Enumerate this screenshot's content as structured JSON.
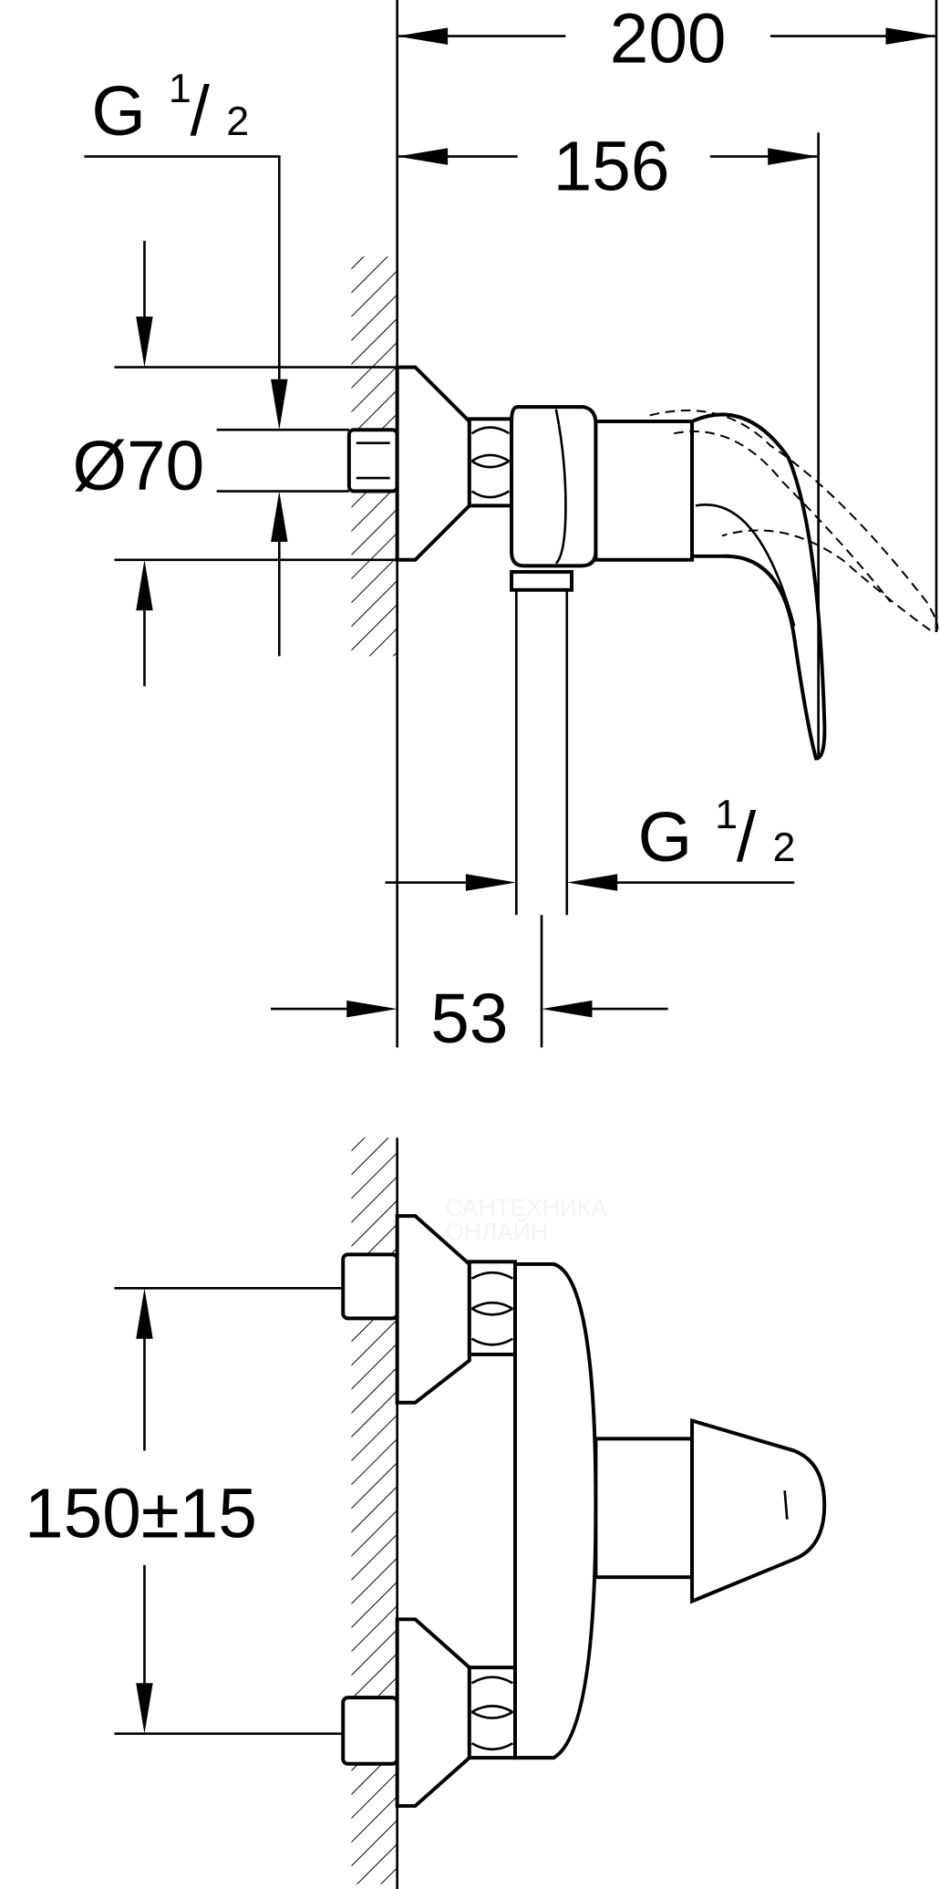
{
  "drawing": {
    "dimensions": {
      "overall_depth": "200",
      "lever_depth": "156",
      "inlet_thread_top": {
        "letter": "G",
        "num": "1",
        "den": "2"
      },
      "escutcheon_diameter": "Ø70",
      "outlet_thread": {
        "letter": "G",
        "num": "1",
        "den": "2"
      },
      "outlet_offset": "53",
      "inlet_spacing": "150±15"
    },
    "watermark": [
      "САНТЕХНИКА",
      "ОНЛАЙН"
    ]
  }
}
